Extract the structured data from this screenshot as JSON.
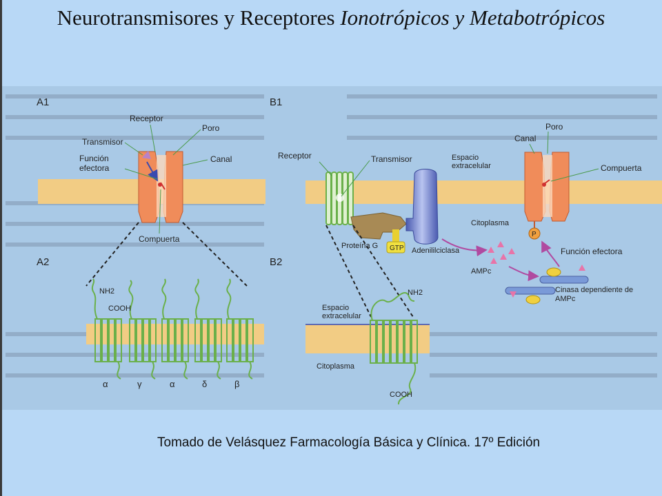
{
  "slide": {
    "title_part1": "Neurotransmisores y Receptores ",
    "title_part2": "Ionotrópicos y  Metabotrópicos",
    "caption": "Tomado de Velásquez Farmacología Básica y Clínica. 17º Edición"
  },
  "figure": {
    "panel_a1": "A1",
    "panel_a2": "A2",
    "panel_b1": "B1",
    "panel_b2": "B2",
    "labels": {
      "receptor": "Receptor",
      "poro": "Poro",
      "transmisor": "Transmisor",
      "canal": "Canal",
      "funcion_efectora": "Función efectora",
      "compuerta": "Compuerta",
      "nh2": "NH2",
      "cooh": "COOH",
      "proteina_g": "Proteína G",
      "gtp": "GTP",
      "adenililciclasa": "Adenililciclasa",
      "espacio_extracelular": "Espacio extracelular",
      "citoplasma": "Citoplasma",
      "ampc": "AMPc",
      "cinasa": "Cinasa dependiente de AMPc",
      "p": "P"
    },
    "subunits": [
      "α",
      "γ",
      "α",
      "δ",
      "β"
    ],
    "colors": {
      "membrane": "#f2cc84",
      "channel": "#f08c5a",
      "receptor_green": "#7bbf5a",
      "adenylyl": "#6b78c8",
      "protein_g": "#a88a55",
      "gtp": "#f0e040",
      "ampc": "#e874a8",
      "arrow": "#b04aa0",
      "kinase": "#7a9ad8",
      "phosphate": "#f0a040"
    }
  }
}
